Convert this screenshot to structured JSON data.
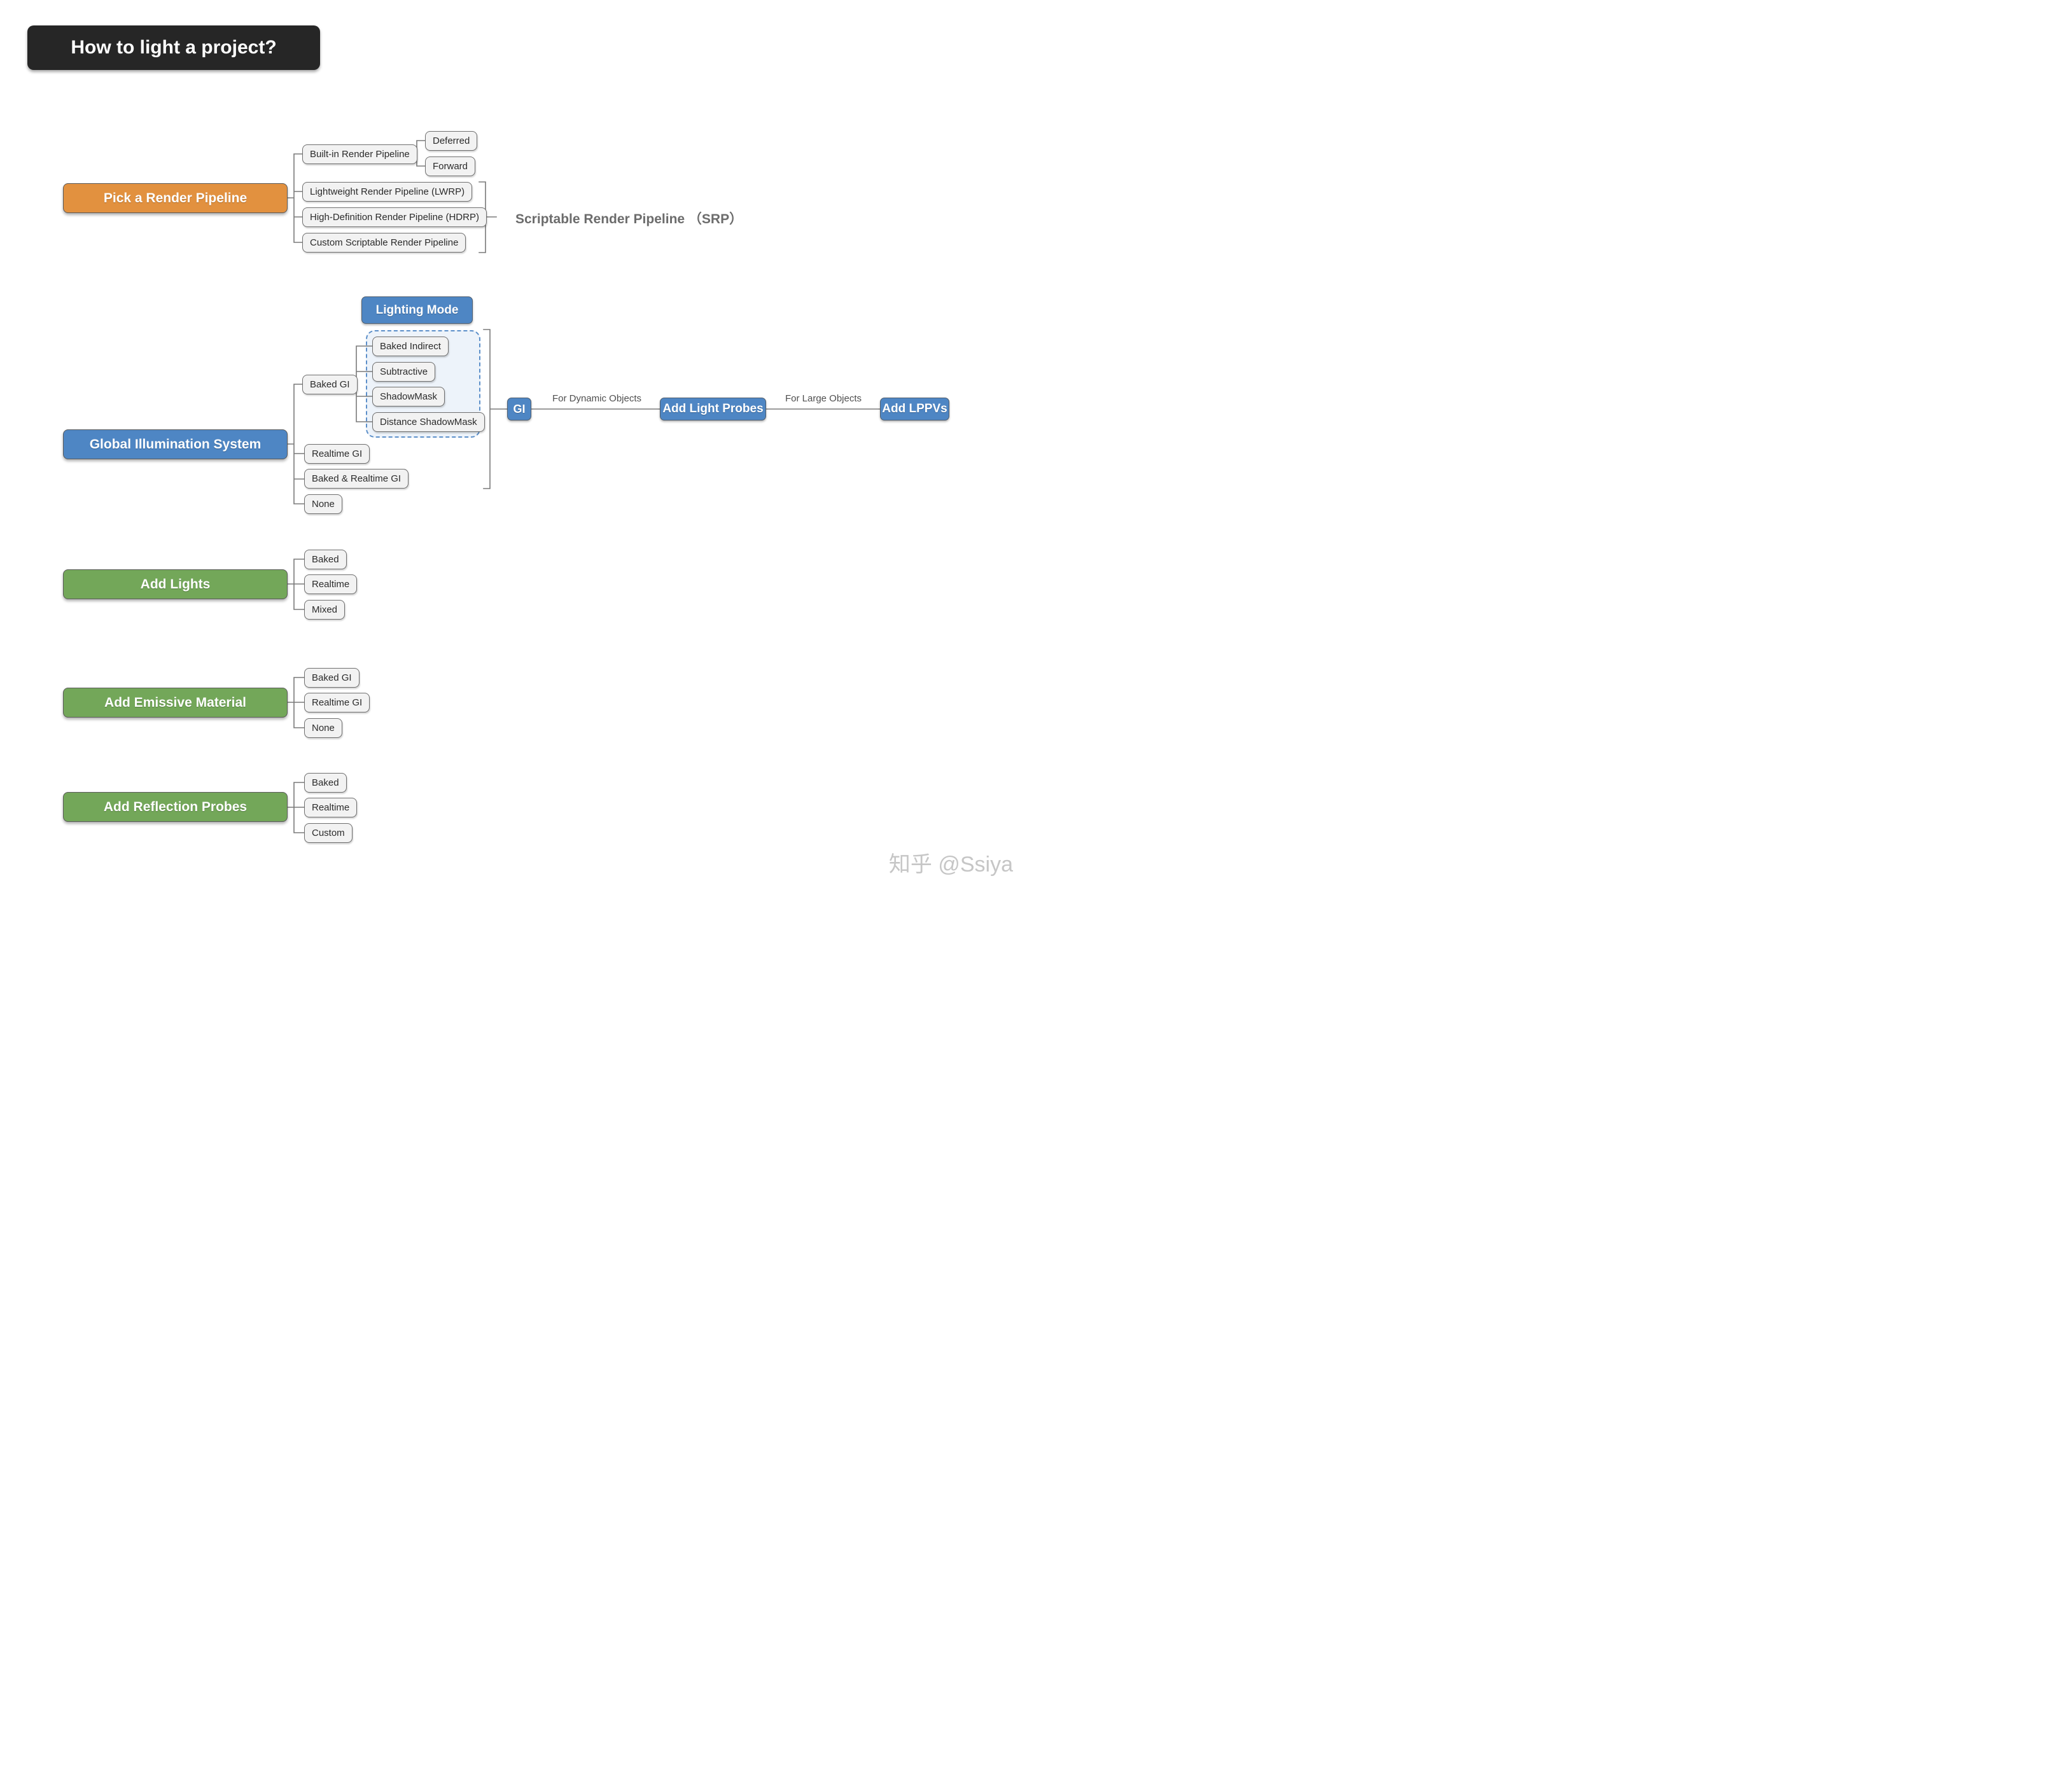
{
  "title": "How to light a project?",
  "watermark": "知乎 @Ssiya",
  "colors": {
    "title_bg": "#262626",
    "orange": "#E2913F",
    "blue": "#4E86C4",
    "green": "#73A759",
    "node_fill": "#F2F2F2",
    "node_border": "#6F6F6F",
    "connector": "#7A7A7A",
    "group_fill": "#EDF3FA",
    "group_dashed_border": "#5C8FC9",
    "watermark_color": "#C6C6C6"
  },
  "pipeline": {
    "label": "Pick a Render Pipeline",
    "children": [
      "Built-in Render Pipeline",
      "Lightweight Render Pipeline (LWRP)",
      "High-Definition Render Pipeline (HDRP)",
      "Custom Scriptable Render Pipeline"
    ],
    "builtin_children": [
      "Deferred",
      "Forward"
    ],
    "srp_label": "Scriptable Render Pipeline （SRP）"
  },
  "gi": {
    "label": "Global Illumination System",
    "lighting_mode_label": "Lighting Mode",
    "baked_gi_label": "Baked GI",
    "lighting_modes": [
      "Baked Indirect",
      "Subtractive",
      "ShadowMask",
      "Distance ShadowMask"
    ],
    "realtime_label": "Realtime GI",
    "baked_realtime_label": "Baked & Realtime GI",
    "none_label": "None",
    "gi_label": "GI",
    "edge_dynamic_label": "For Dynamic Objects",
    "light_probes_label": "Add Light Probes",
    "edge_large_label": "For Large Objects",
    "lppvs_label": "Add LPPVs"
  },
  "lights": {
    "label": "Add Lights",
    "children": [
      "Baked",
      "Realtime",
      "Mixed"
    ]
  },
  "emissive": {
    "label": "Add Emissive Material",
    "children": [
      "Baked GI",
      "Realtime GI",
      "None"
    ]
  },
  "reflection": {
    "label": "Add Reflection Probes",
    "children": [
      "Baked",
      "Realtime",
      "Custom"
    ]
  }
}
